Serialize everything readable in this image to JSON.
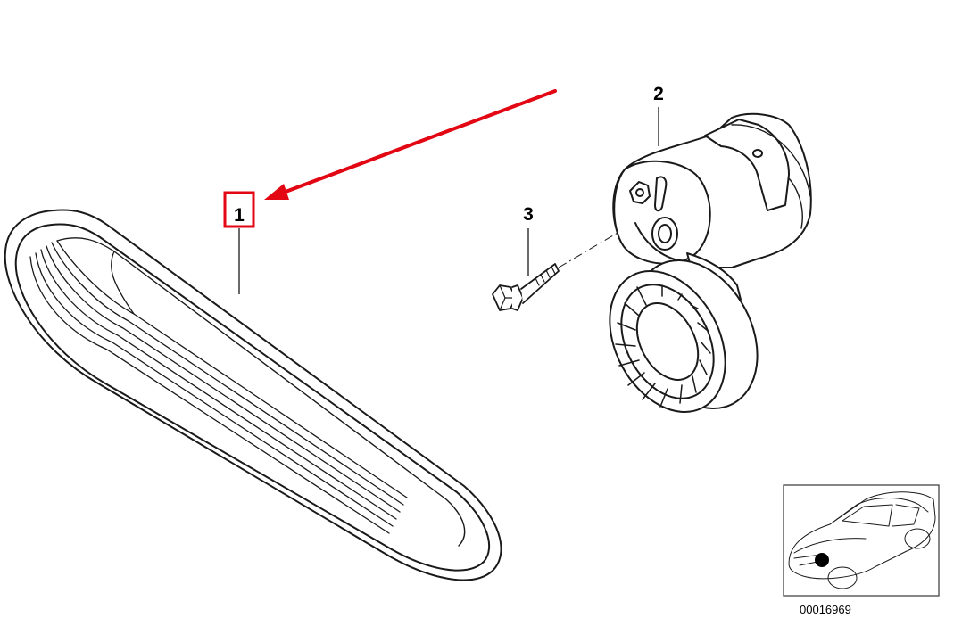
{
  "parts": [
    {
      "number": "1",
      "name": "belt"
    },
    {
      "number": "2",
      "name": "tensioner"
    },
    {
      "number": "3",
      "name": "bolt"
    }
  ],
  "highlighted_part": "1",
  "diagram_code": "00016969",
  "colors": {
    "highlight": "#e30613",
    "ink": "#1a1a1a",
    "marker": "#000000"
  }
}
